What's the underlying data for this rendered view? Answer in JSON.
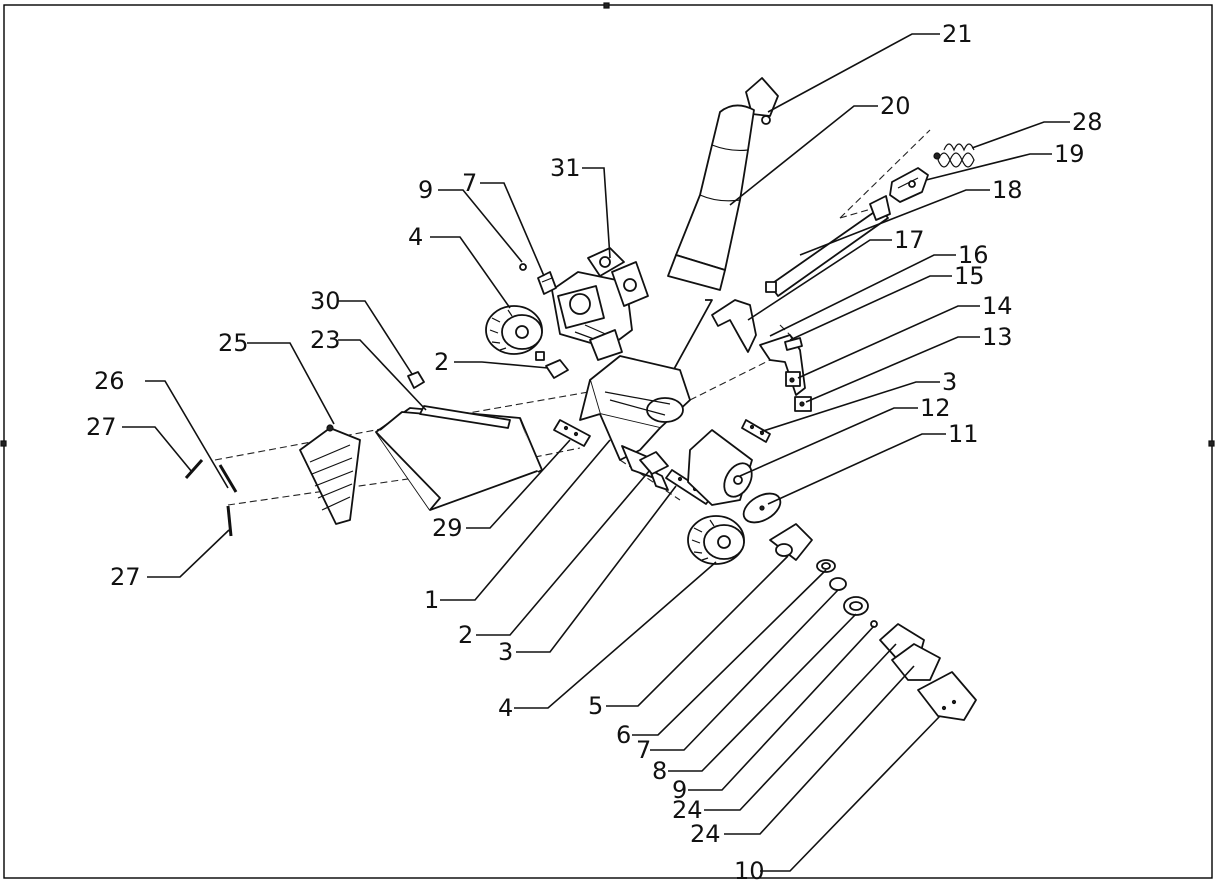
{
  "callouts": [
    {
      "id": "c21",
      "label": "21"
    },
    {
      "id": "c20",
      "label": "20"
    },
    {
      "id": "c28",
      "label": "28"
    },
    {
      "id": "c19",
      "label": "19"
    },
    {
      "id": "c18",
      "label": "18"
    },
    {
      "id": "c17",
      "label": "17"
    },
    {
      "id": "c16",
      "label": "16"
    },
    {
      "id": "c15",
      "label": "15"
    },
    {
      "id": "c14",
      "label": "14"
    },
    {
      "id": "c13",
      "label": "13"
    },
    {
      "id": "c3a",
      "label": "3"
    },
    {
      "id": "c12",
      "label": "12"
    },
    {
      "id": "c11",
      "label": "11"
    },
    {
      "id": "c31",
      "label": "31"
    },
    {
      "id": "c9a",
      "label": "9"
    },
    {
      "id": "c7a",
      "label": "7"
    },
    {
      "id": "c4a",
      "label": "4"
    },
    {
      "id": "c30",
      "label": "30"
    },
    {
      "id": "c25",
      "label": "25"
    },
    {
      "id": "c23",
      "label": "23"
    },
    {
      "id": "c2a",
      "label": "2"
    },
    {
      "id": "c26",
      "label": "26"
    },
    {
      "id": "c27a",
      "label": "27"
    },
    {
      "id": "c27b",
      "label": "27"
    },
    {
      "id": "c29",
      "label": "29"
    },
    {
      "id": "c1",
      "label": "1"
    },
    {
      "id": "c2b",
      "label": "2"
    },
    {
      "id": "c3b",
      "label": "3"
    },
    {
      "id": "c4b",
      "label": "4"
    },
    {
      "id": "c5",
      "label": "5"
    },
    {
      "id": "c6",
      "label": "6"
    },
    {
      "id": "c7b",
      "label": "7"
    },
    {
      "id": "c8",
      "label": "8"
    },
    {
      "id": "c9b",
      "label": "9"
    },
    {
      "id": "c24a",
      "label": "24"
    },
    {
      "id": "c24b",
      "label": "24"
    },
    {
      "id": "c10",
      "label": "10"
    }
  ]
}
